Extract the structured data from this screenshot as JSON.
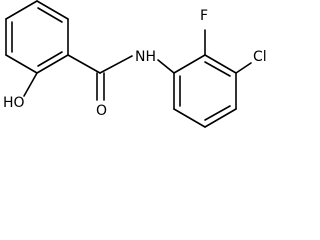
{
  "molecule": {
    "atom_labels": {
      "oh": "HO",
      "nh": "NH",
      "o": "O",
      "f": "F",
      "cl": "Cl"
    },
    "colors": {
      "bond": "#000000",
      "text": "#000000",
      "background": "#ffffff"
    }
  }
}
